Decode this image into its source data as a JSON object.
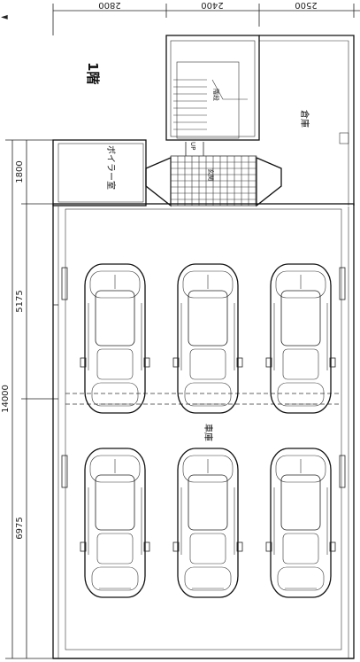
{
  "dimensions": {
    "top": [
      "2800",
      "2400",
      "2500"
    ],
    "left_total": "14000",
    "left": [
      "1800",
      "5175",
      "6975"
    ]
  },
  "rooms": {
    "floor_label": "1階",
    "boiler_room": "ボイラー室",
    "warehouse": "倉庫",
    "garage": "車庫",
    "entrance": "玄関",
    "up_mark": "UP",
    "stair_label": "階段"
  },
  "cars": {
    "count": 6,
    "rows": 2,
    "per_row": 3
  }
}
